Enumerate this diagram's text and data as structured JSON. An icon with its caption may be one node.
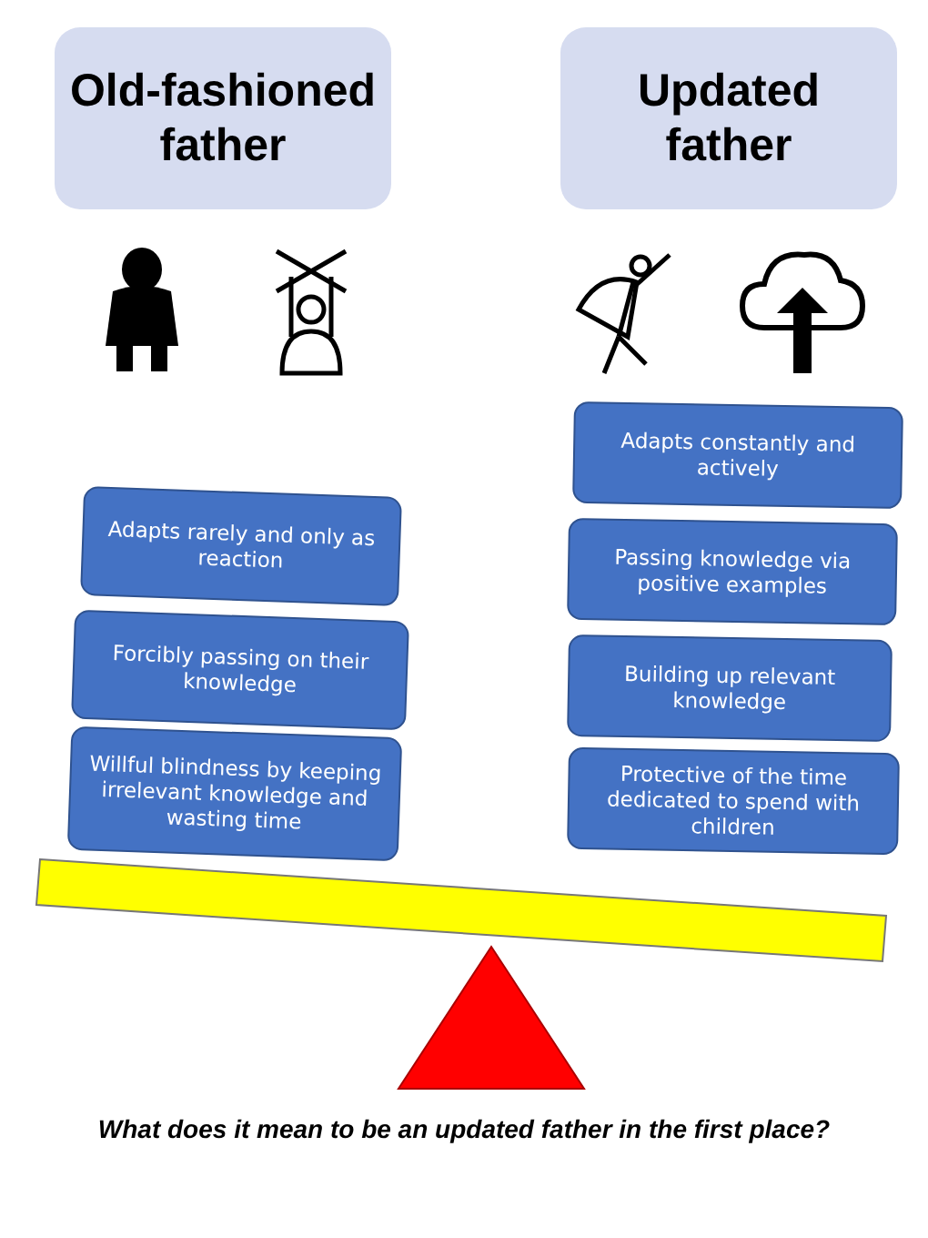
{
  "diagram": {
    "caption": "What does it mean to be an updated father in the first place?",
    "nodes": [
      {
        "text": [
          "Old-fashioned father"
        ]
      },
      {
        "text": [
          "Updated father"
        ]
      },
      {
        "text": [
          "Adapts rarely and only as reaction"
        ]
      },
      {
        "text": [
          "Forcibly passing on their knowledge"
        ]
      },
      {
        "text": [
          "Willful blindness by keeping irrelevant knowledge and wasting time"
        ]
      },
      {
        "text": [
          "Adapts constantly and actively"
        ]
      },
      {
        "text": [
          "Passing knowledge via positive examples"
        ]
      },
      {
        "text": [
          "Building up relevant knowledge"
        ]
      },
      {
        "text": [
          "Protective of the time dedicated to spend with children"
        ]
      }
    ],
    "edges": []
  }
}
